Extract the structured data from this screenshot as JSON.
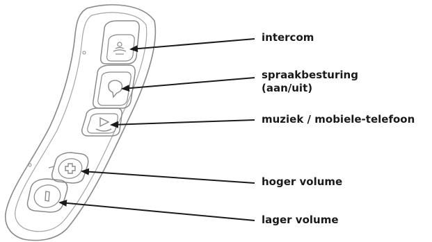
{
  "labels": {
    "intercom": "intercom",
    "voice_control_line1": "spraakbesturing",
    "voice_control_line2": "(aan/uit)",
    "music_phone": "muziek / mobiele-telefoon",
    "volume_up": "hoger volume",
    "volume_down": "lager volume"
  },
  "icons": [
    "intercom-icon",
    "speech-bubble-icon",
    "play-icon",
    "plus-icon",
    "minus-icon"
  ],
  "colors": {
    "outline": "#8a8a8a",
    "arrow": "#1a1a1a",
    "text": "#1a1a1a"
  }
}
